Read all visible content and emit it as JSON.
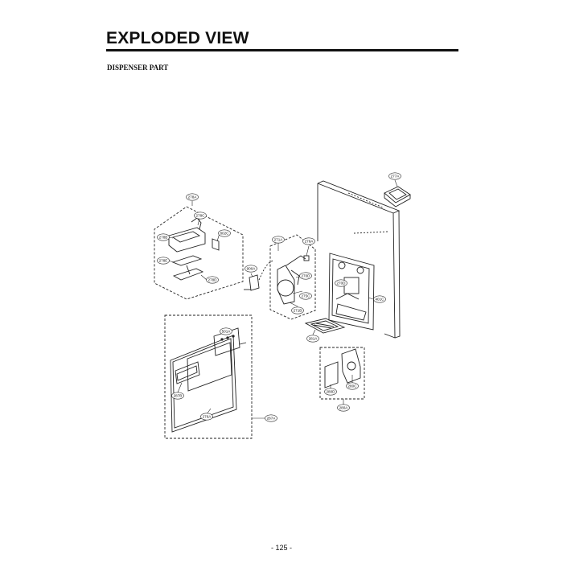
{
  "header": {
    "title": "EXPLODED VIEW",
    "subtitle": "DISPENSER PART"
  },
  "footer": {
    "page_number": "- 125 -"
  },
  "diagram": {
    "part_labels": [
      "277A",
      "278A",
      "278C",
      "802C",
      "278B",
      "278E",
      "278D",
      "271A",
      "276A",
      "900A",
      "270D",
      "275C",
      "271B",
      "270D",
      "401C",
      "281A",
      "501A",
      "287B",
      "276A",
      "287A",
      "280D",
      "280C",
      "280A"
    ]
  }
}
